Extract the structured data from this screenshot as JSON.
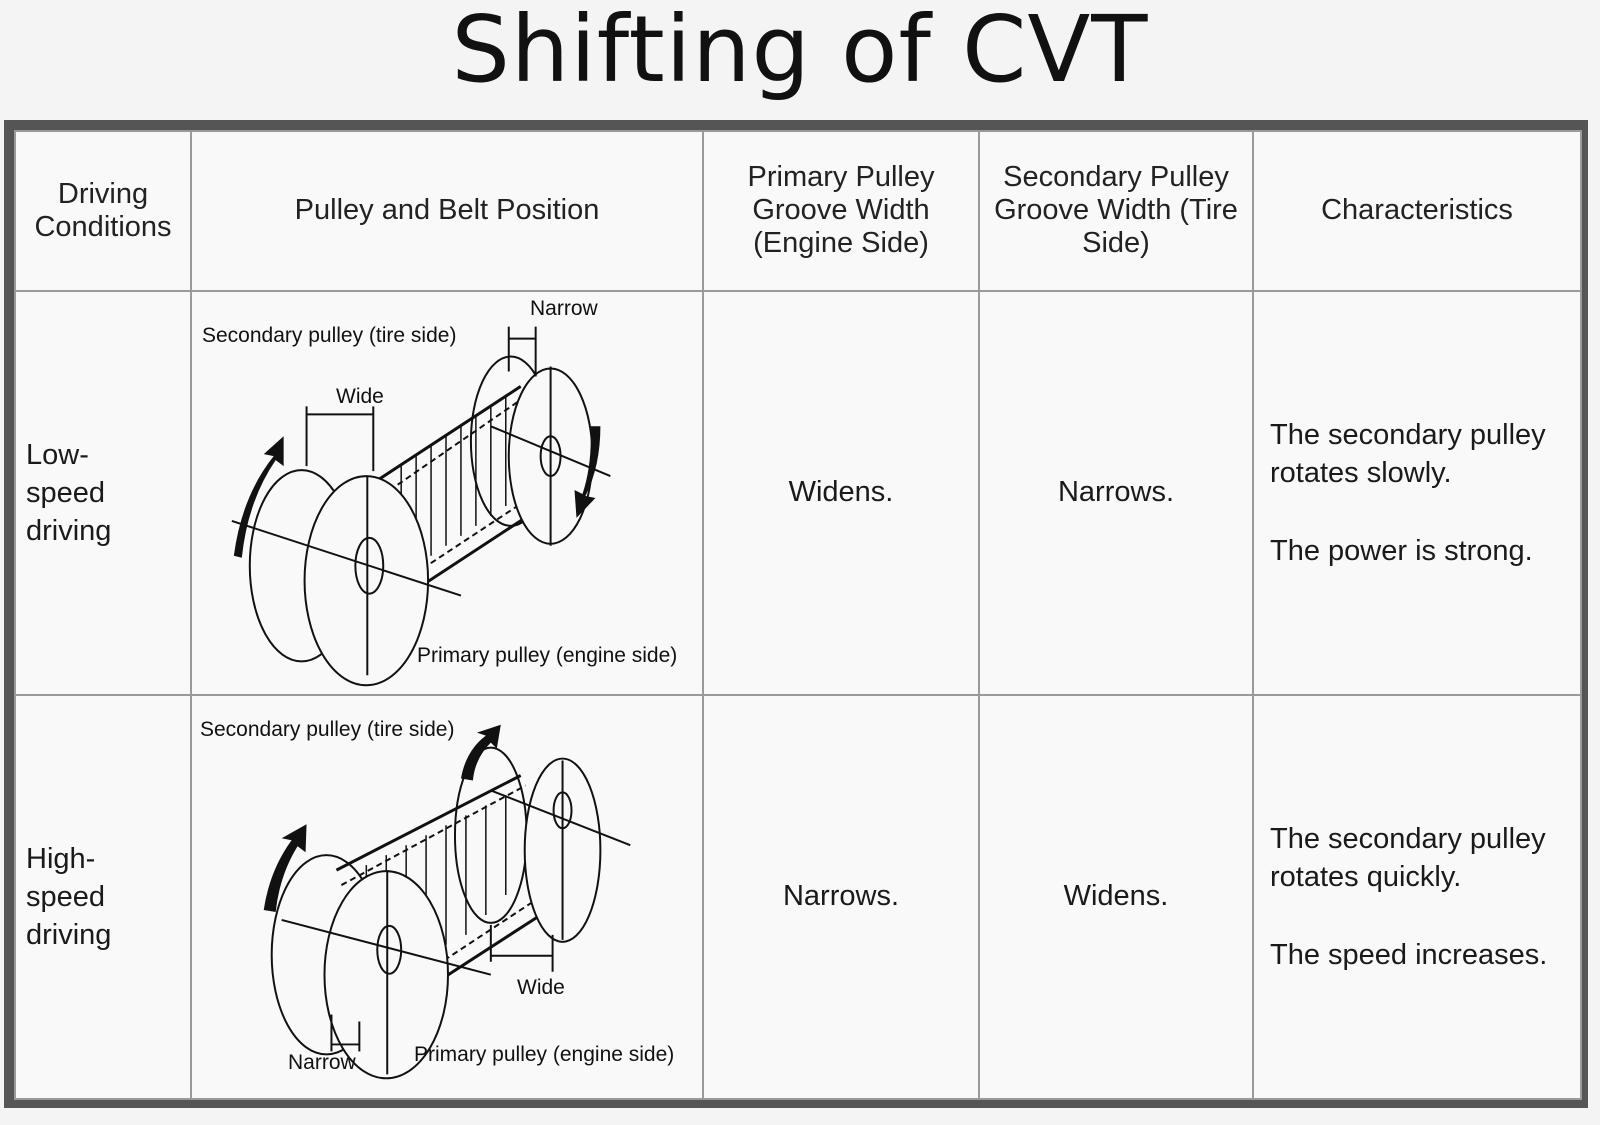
{
  "title": "Shifting of CVT",
  "headers": {
    "driving_conditions": "Driving Conditions",
    "pulley_belt_position": "Pulley and Belt Position",
    "primary_groove": "Primary Pulley Groove Width (Engine Side)",
    "secondary_groove": "Secondary Pulley Groove Width (Tire Side)",
    "characteristics": "Characteristics"
  },
  "rows": [
    {
      "condition": "Low-\nspeed\ndriving",
      "diagram_labels": {
        "secondary": "Secondary pulley (tire side)",
        "primary": "Primary pulley (engine side)",
        "wide": "Wide",
        "narrow": "Narrow"
      },
      "primary_groove": "Widens.",
      "secondary_groove": "Narrows.",
      "characteristics": [
        "The secondary pulley rotates slowly.",
        "The power is strong."
      ]
    },
    {
      "condition": "High-\nspeed\ndriving",
      "diagram_labels": {
        "secondary": "Secondary pulley (tire side)",
        "primary": "Primary pulley (engine side)",
        "wide": "Wide",
        "narrow": "Narrow"
      },
      "primary_groove": "Narrows.",
      "secondary_groove": "Widens.",
      "characteristics": [
        "The secondary pulley rotates quickly.",
        "The speed increases."
      ]
    }
  ]
}
